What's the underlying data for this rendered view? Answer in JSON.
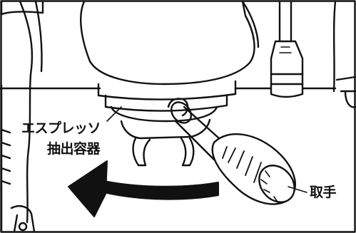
{
  "labels": {
    "portafilter_line1": "エスプレッソ",
    "portafilter_line2": "抽出容器",
    "handle": "取手"
  },
  "colors": {
    "line": "#111111",
    "background": "#ffffff",
    "arrow": "#111111"
  },
  "icons": {
    "rotation_arrow": "curved-arrow-left-icon"
  }
}
